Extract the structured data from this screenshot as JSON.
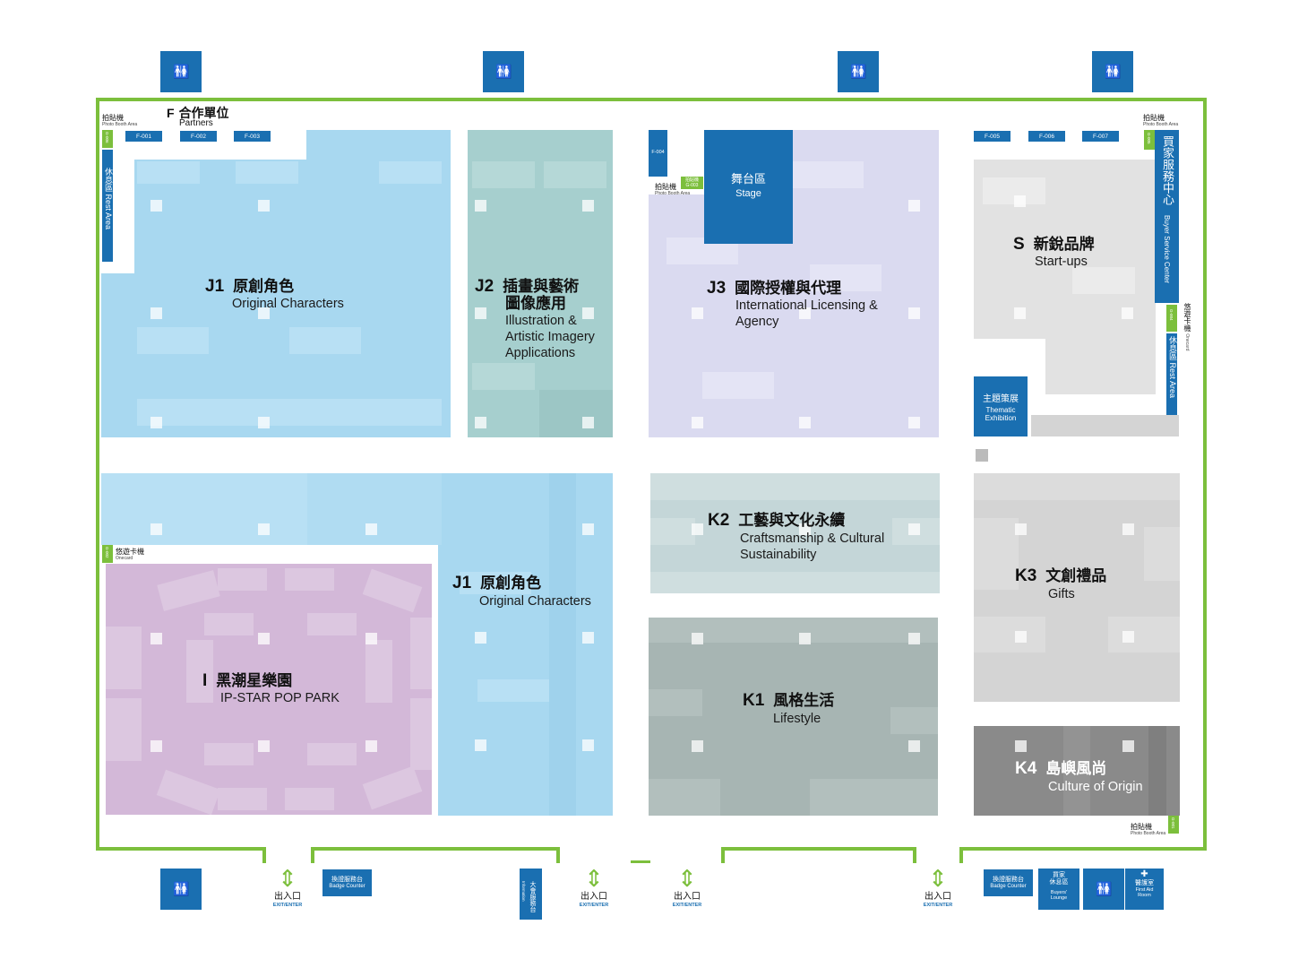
{
  "restroom_icon": "restroom-icon",
  "colors": {
    "hall_border": "#7cbf3c",
    "service_blue": "#1a6fb1",
    "j1": "#a8d8f0",
    "j2": "#a6cfce",
    "j3": "#dadaf0",
    "i": "#d3b8d8",
    "k1": "#a7b5b3",
    "k2": "#c4d6d8",
    "k3": "#d4d4d4",
    "k4": "#8a8a8a",
    "s": "#e2e2e2"
  },
  "zones": {
    "j1_top": {
      "code": "J1",
      "zh": "原創角色",
      "en": "Original Characters"
    },
    "j2": {
      "code": "J2",
      "zh": "插畫與藝術",
      "zh2": "圖像應用",
      "en": "Illustration &",
      "en2": "Artistic Imagery",
      "en3": "Applications"
    },
    "j3": {
      "code": "J3",
      "zh": "國際授權與代理",
      "en": "International Licensing &",
      "en2": "Agency"
    },
    "s": {
      "code": "S",
      "zh": "新銳品牌",
      "en": "Start-ups"
    },
    "j1_bottom": {
      "code": "J1",
      "zh": "原創角色",
      "en": "Original Characters"
    },
    "i": {
      "code": "I",
      "zh": "黑潮星樂園",
      "en": "IP-STAR POP PARK"
    },
    "k2": {
      "code": "K2",
      "zh": "工藝與文化永續",
      "en": "Craftsmanship & Cultural",
      "en2": "Sustainability"
    },
    "k1": {
      "code": "K1",
      "zh": "風格生活",
      "en": "Lifestyle"
    },
    "k3": {
      "code": "K3",
      "zh": "文創禮品",
      "en": "Gifts"
    },
    "k4": {
      "code": "K4",
      "zh": "島嶼風尚",
      "en": "Culture of Origin"
    }
  },
  "partners": {
    "code": "F",
    "zh": "合作單位",
    "en": "Partners"
  },
  "partner_booths": [
    "F-001",
    "F-002",
    "F-003",
    "F-004",
    "F-005",
    "F-006",
    "F-007"
  ],
  "stage": {
    "zh": "舞台區",
    "en": "Stage"
  },
  "thematic": {
    "zh": "主題策展",
    "en": "Thematic",
    "en2": "Exhibition"
  },
  "photo_booth": {
    "zh": "拍貼機",
    "en": "Photo Booth Area"
  },
  "photo_booth_tag": "拍貼機",
  "rest_area": {
    "zh": "休息區",
    "en": "Rest Area"
  },
  "buyer_service": {
    "zh": "買家服務中心",
    "en": "Buyer Service Center"
  },
  "easycard": {
    "zh": "悠遊卡機",
    "en": "Onecard"
  },
  "green_tags": [
    "G-001",
    "G-002",
    "G-003",
    "G-004",
    "G-005",
    "G-006"
  ],
  "exits": [
    {
      "zh": "出入口",
      "en": "EXIT/ENTER"
    },
    {
      "zh": "出入口",
      "en": "EXIT/ENTER"
    },
    {
      "zh": "出入口",
      "en": "EXIT/ENTER"
    },
    {
      "zh": "出入口",
      "en": "EXIT/ENTER"
    }
  ],
  "services": {
    "badge1": {
      "zh": "換證服務台",
      "en": "Badge Counter"
    },
    "info": {
      "zh": "大會服務台",
      "en": "Information"
    },
    "badge2": {
      "zh": "換證服務台",
      "en": "Badge Counter"
    },
    "lounge": {
      "zh": "買家",
      "zh2": "休息區",
      "en": "Buyers'",
      "en2": "Lounge"
    },
    "first_aid": {
      "zh": "醫護室",
      "en": "First Aid",
      "en2": "Room"
    }
  }
}
